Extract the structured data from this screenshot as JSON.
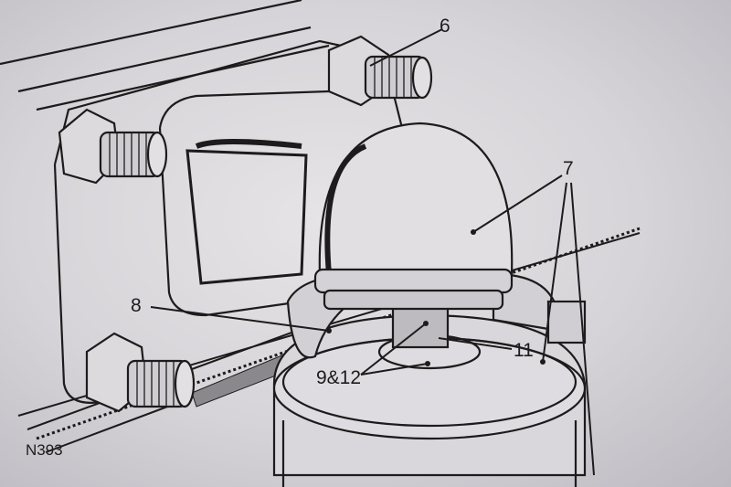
{
  "figure": {
    "code": "N393",
    "callouts": [
      {
        "id": "6",
        "text": "6"
      },
      {
        "id": "7",
        "text": "7"
      },
      {
        "id": "8",
        "text": "8"
      },
      {
        "id": "9-12",
        "text": "9&12"
      },
      {
        "id": "11",
        "text": "11"
      }
    ]
  },
  "colors": {
    "ink": "#1c1c1c",
    "paper": "#d8d6da"
  }
}
